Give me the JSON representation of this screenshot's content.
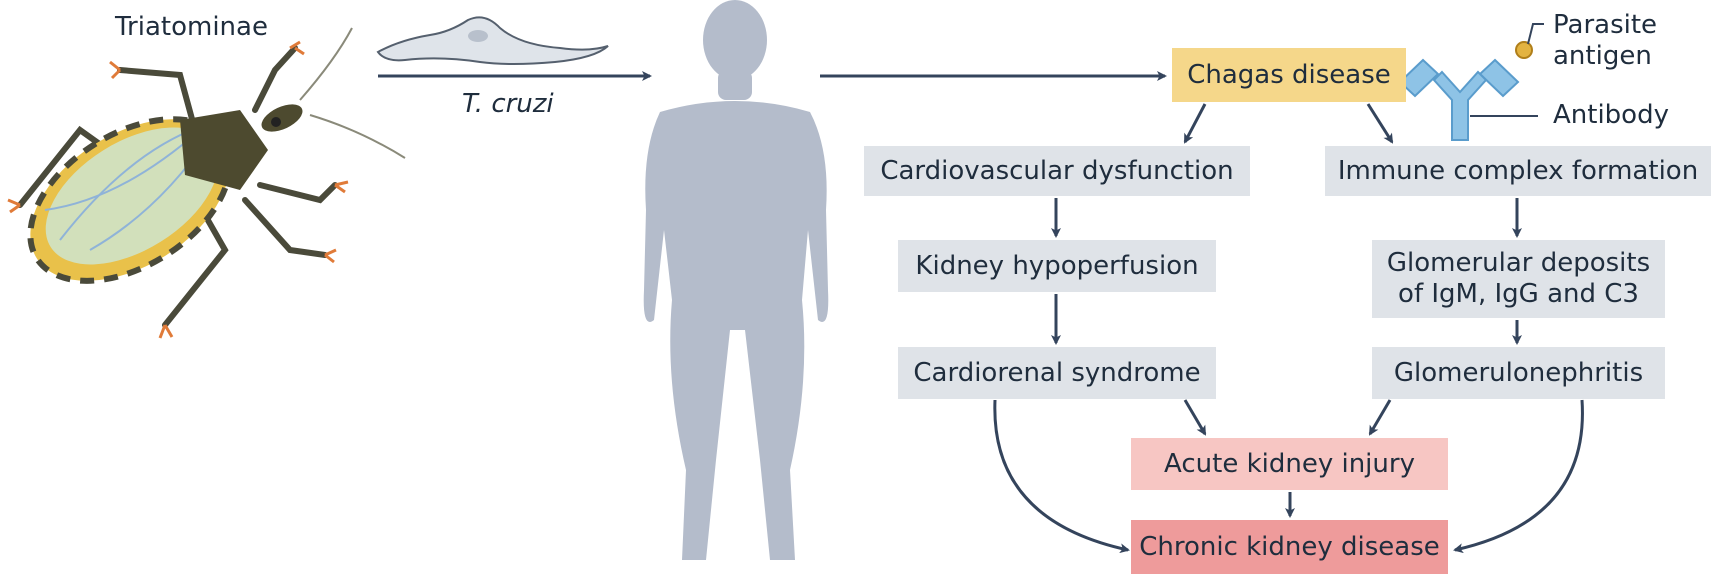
{
  "labels": {
    "triatominae": "Triatominae",
    "parasite": "T. cruzi",
    "antigen": "Parasite\nantigen",
    "antibody": "Antibody"
  },
  "nodes": {
    "chagas": "Chagas disease",
    "cardio_dysfunction": "Cardiovascular dysfunction",
    "immune_complex": "Immune complex formation",
    "hypoperfusion": "Kidney hypoperfusion",
    "glomerular_deposits": "Glomerular deposits\nof IgM, IgG and C3",
    "cardiorenal": "Cardiorenal syndrome",
    "glomerulonephritis": "Glomerulonephritis",
    "aki": "Acute kidney injury",
    "ckd": "Chronic kidney disease"
  },
  "colors": {
    "arrow": "#34445c",
    "box_grey": "#dfe3e8",
    "box_yellow": "#f5d78a",
    "box_pink": "#f7c6c3",
    "box_red": "#ee9b9b",
    "silhouette": "#b4bccb",
    "antibody": "#8ec3e6",
    "antigen": "#e3b341"
  }
}
